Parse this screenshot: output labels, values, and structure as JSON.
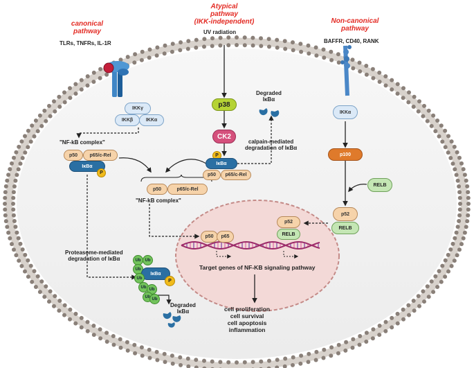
{
  "pathways": {
    "canonical": {
      "title": "canonical\npathway",
      "receptors": "TLRs, TNFRs, IL-1R"
    },
    "atypical": {
      "title": "Atypical\npathway\n(IKK-independent)",
      "stimulus": "UV radiation"
    },
    "noncanonical": {
      "title": "Non-canonical\npathway",
      "receptors": "BAFFR, CD40, RANK"
    }
  },
  "ikk": {
    "gamma": "IKKγ",
    "beta": "IKKβ",
    "alpha": "IKKα"
  },
  "complex_left": {
    "label": "\"NF-kB complex\"",
    "p50": "p50",
    "p65": "p65/c-Rel",
    "ikba": "IκBα",
    "p": "P"
  },
  "complex_mid": {
    "p50": "p50",
    "p65": "p65/c-Rel",
    "label": "\"NF-kB complex\""
  },
  "atypical_chain": {
    "p38": "p38",
    "ck2": "CK2",
    "ikba": "IκBα",
    "p": "P",
    "p50": "p50",
    "p65": "p65/c-Rel"
  },
  "degraded_top": {
    "label": "Degraded\nIκBα"
  },
  "calpain": {
    "label": "calpain-mediated\ndegradation of IκBα"
  },
  "noncanon_chain": {
    "ikka": "IKKα",
    "p100": "p100",
    "relb": "RELB",
    "p52": "p52",
    "relb2": "RELB"
  },
  "nucleus": {
    "p50": "p50",
    "p65": "p65",
    "p52": "p52",
    "relb": "RELB",
    "genes": "Target genes of NF-KB signaling pathway"
  },
  "proteasome": {
    "label": "Proteasome-mediated\ndegradation of IκBα",
    "ub": "Ub",
    "ikba": "IκBα",
    "p": "P"
  },
  "degraded_bottom": {
    "label": "Degraded\nIκBα"
  },
  "outcomes": {
    "label": "cell proliferation\ncell survival\ncell apoptosis\ninflammation"
  },
  "colors": {
    "membrane": "#8a8079",
    "cytoplasm": "#f3f3f3",
    "nucleus_fill": "#f3d9d7",
    "nucleus_border": "#c48a87",
    "red_title": "#e32b24",
    "dna_strand": "#9c2b69"
  }
}
